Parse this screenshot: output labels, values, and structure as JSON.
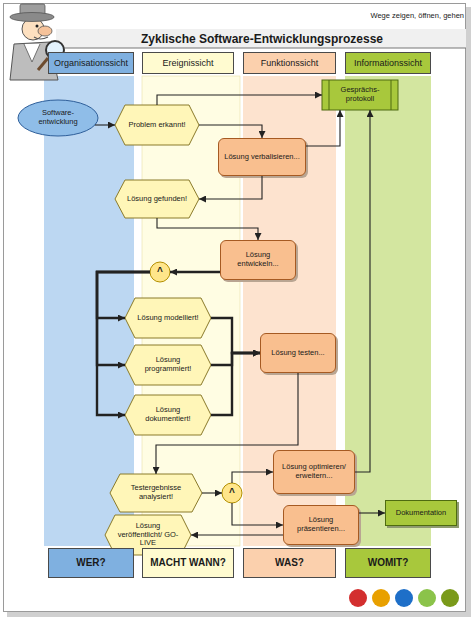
{
  "diagram": {
    "title": "Zyklische Software-Entwicklungsprozesse",
    "nodes": [
      {
        "text": [
          "Organisationssicht"
        ]
      },
      {
        "text": [
          "Ereignissicht"
        ]
      },
      {
        "text": [
          "Funktionssicht"
        ]
      },
      {
        "text": [
          "Informationssicht"
        ]
      },
      {
        "text": [
          "Software- entwicklung"
        ]
      },
      {
        "text": [
          "Problem erkannt!"
        ]
      },
      {
        "text": [
          "Gesprächs- protokoll"
        ]
      },
      {
        "text": [
          "Lösung verbalisieren..."
        ]
      },
      {
        "text": [
          "Lösung gefunden!"
        ]
      },
      {
        "text": [
          "Lösung entwickeln..."
        ]
      },
      {
        "text": [
          "^"
        ]
      },
      {
        "text": [
          "Lösung modelliert!"
        ]
      },
      {
        "text": [
          "Lösung programmiert!"
        ]
      },
      {
        "text": [
          "Lösung dokumentiert!"
        ]
      },
      {
        "text": [
          "Lösung testen..."
        ]
      },
      {
        "text": [
          "Testergebnisse analysiert!"
        ]
      },
      {
        "text": [
          "^"
        ]
      },
      {
        "text": [
          "Lösung optimieren/ erweitern..."
        ]
      },
      {
        "text": [
          "Lösung präsentieren..."
        ]
      },
      {
        "text": [
          "Dokumentation"
        ]
      },
      {
        "text": [
          "Lösung veröffentlicht/ GO-LIVE"
        ]
      },
      {
        "text": [
          "WER?"
        ]
      },
      {
        "text": [
          "MACHT WANN?"
        ]
      },
      {
        "text": [
          "WAS?"
        ]
      },
      {
        "text": [
          "WOMIT?"
        ]
      }
    ],
    "edges": [
      {
        "from": 4,
        "to": 5,
        "arrow": "to"
      },
      {
        "from": 5,
        "to": 7,
        "arrow": "to"
      },
      {
        "from": 5,
        "to": 6,
        "arrow": "to"
      },
      {
        "from": 7,
        "to": 6,
        "arrow": "to"
      },
      {
        "from": 17,
        "to": 6,
        "arrow": "to"
      },
      {
        "from": 7,
        "to": 8,
        "arrow": "to"
      },
      {
        "from": 8,
        "to": 9,
        "arrow": "to"
      },
      {
        "from": 9,
        "to": 10,
        "arrow": "to"
      },
      {
        "from": 10,
        "to": 11,
        "arrow": "to"
      },
      {
        "from": 10,
        "to": 12,
        "arrow": "to"
      },
      {
        "from": 10,
        "to": 13,
        "arrow": "to"
      },
      {
        "from": 11,
        "to": 14,
        "arrow": "to"
      },
      {
        "from": 12,
        "to": 14,
        "arrow": "to"
      },
      {
        "from": 13,
        "to": 14,
        "arrow": "to"
      },
      {
        "from": 14,
        "to": 15,
        "arrow": "to"
      },
      {
        "from": 15,
        "to": 16,
        "arrow": "to"
      },
      {
        "from": 16,
        "to": 17,
        "arrow": "to"
      },
      {
        "from": 16,
        "to": 18,
        "arrow": "to"
      },
      {
        "from": 18,
        "to": 19,
        "arrow": "to"
      },
      {
        "from": 18,
        "to": 20,
        "arrow": "to"
      }
    ],
    "labels": [
      "Wege zeigen, öffnen, gehen"
    ]
  }
}
